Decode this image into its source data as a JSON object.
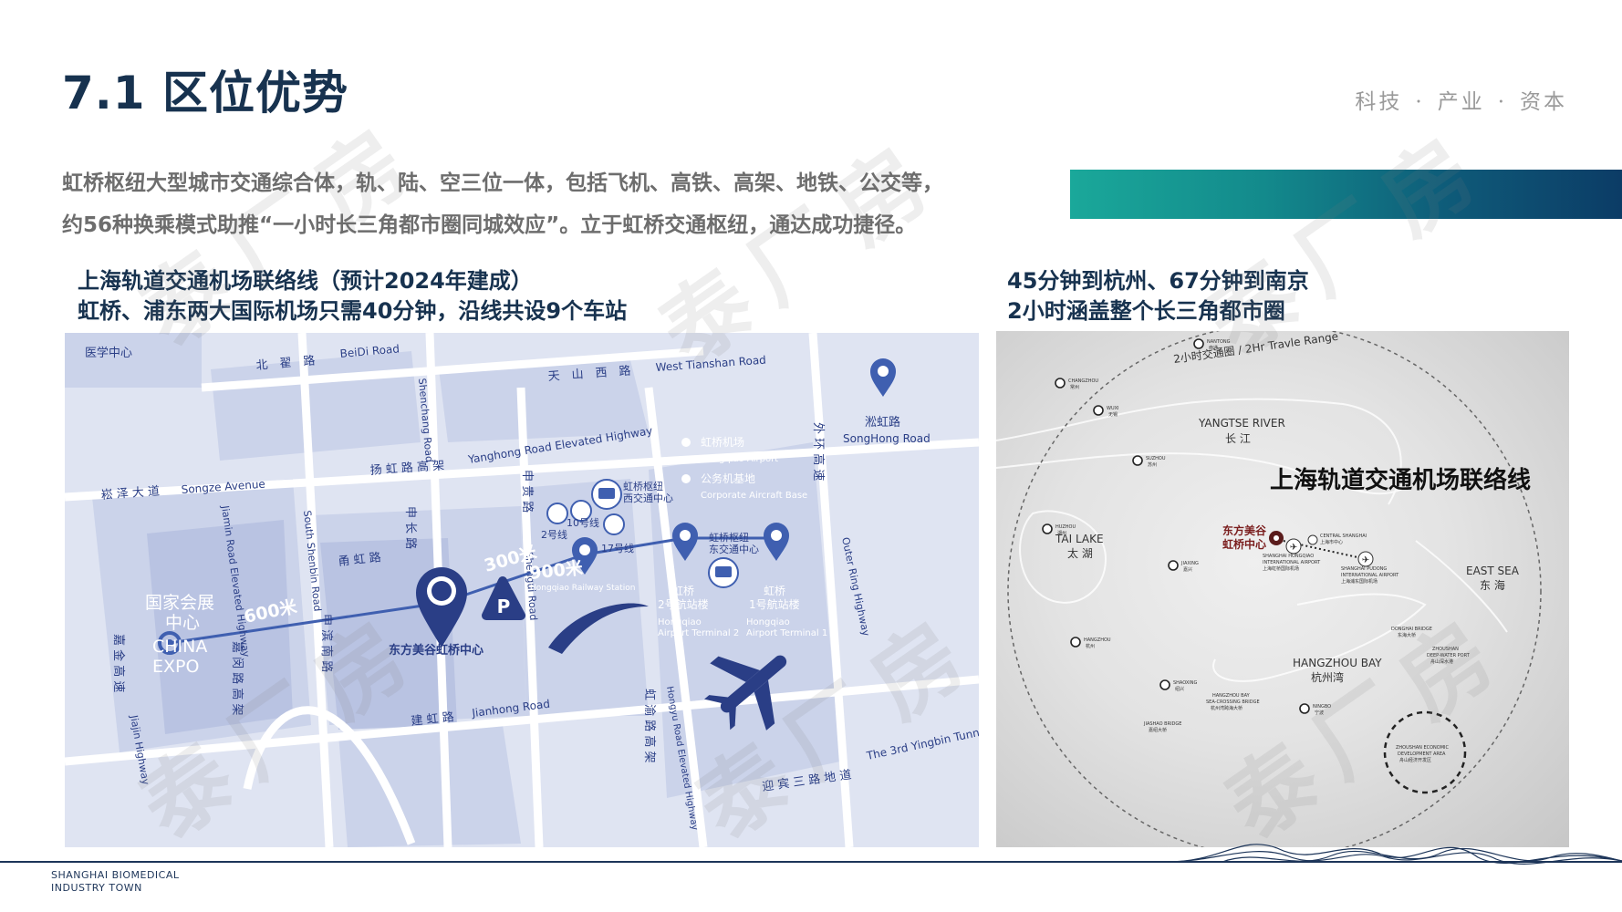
{
  "header": {
    "title": "7.1 区位优势",
    "tagline": [
      "科技",
      "产业",
      "资本"
    ],
    "tagline_sep": "·"
  },
  "intro": {
    "line1": "虹桥枢纽大型城市交通综合体，轨、陆、空三位一体，包括飞机、高铁、高架、地铁、公交等，",
    "line2": "约56种换乘模式助推“一小时长三角都市圈同城效应”。立于虹桥交通枢纽，通达成功捷径。"
  },
  "left_section": {
    "heading1": "上海轨道交通机场联络线（预计2024年建成）",
    "heading2": "虹桥、浦东两大国际机场只需40分钟，沿线共设9个车站"
  },
  "right_section": {
    "heading1": "45分钟到杭州、67分钟到南京",
    "heading2": "2小时涵盖整个长三角都市圈"
  },
  "left_map": {
    "labels": {
      "hospital": "医学中心",
      "beidi_cn": "北　翟　路",
      "beidi_en": "BeiDi Road",
      "tianshan_cn": "天　山　西　路",
      "tianshan_en": "West Tianshan Road",
      "shenchang_en": "Shenchang Road",
      "yanghong_cn": "扬 虹 路 高 架",
      "yanghong_en": "Yanghong Road Elevated Highway",
      "songze_cn": "崧 泽 大 道",
      "songze_en": "Songze Avenue",
      "jiamin_en": "Jiamin Road Elevated Highway",
      "shenbin_en": "South Shenbin Road",
      "nanhong": "甬 虹 路",
      "shenchang_cn": "申 长 路",
      "shengui_cn": "申 贵 路",
      "shengui_en": "Shengui Road",
      "shenbin_cn": "申 滨 南 路",
      "jianhong_cn": "建 虹 路",
      "jianhong_en": "Jianhong Road",
      "jiajin_cn": "嘉 金 高 速",
      "jiajin_en": "Jiajin Highway",
      "jiamin_cn": "嘉 闵 路 高 架",
      "hongyu_cn": "虹 渝 路 高 架",
      "hongyu_en": "Hongyu Road Elevated Highway",
      "yingbin_cn": "迎 宾 三 路 地 道",
      "yingbin_en": "The 3rd Yingbin Tunnel",
      "outer_cn": "外 环 高 速",
      "outer_en": "Outer Ring Highway",
      "songhong_cn": "淞虹路",
      "songhong_en": "SongHong Road",
      "airport_cn": "虹桥机场",
      "airport_en": "Hongqiao Airport",
      "corp_cn": "公务机基地",
      "corp_en": "Corporate Aircraft Base",
      "west_hub": "虹桥枢纽\n西交通中心",
      "east_hub": "虹桥枢纽\n东交通中心",
      "line2": "2号线",
      "line10": "10号线",
      "line17": "17号线",
      "dist300": "300米",
      "dist900": "900米",
      "dist600": "600米",
      "rail_en": "Hongqiao Railway Station",
      "t2_cn": "虹桥\n2号航站楼",
      "t2_en": "Hongqiao\nAirport Terminal 2",
      "t1_cn": "虹桥\n1号航站楼",
      "t1_en": "Hongqiao\nAirport Terminal 1",
      "expo_cn": "国家会展\n中心",
      "expo_en": "CHINA\nEXPO",
      "project": "东方美谷虹桥中心",
      "parking": "P"
    }
  },
  "right_map": {
    "range_label": "2小时交通圈 / 2Hr Travle Range",
    "line_title": "上海轨道交通机场联络线",
    "project": "东方美谷\n虹桥中心",
    "places": [
      {
        "en": "NANTONG",
        "cn": "南通"
      },
      {
        "en": "CHANGZHOU",
        "cn": "常州"
      },
      {
        "en": "WUXI",
        "cn": "无锡"
      },
      {
        "en": "SUZHOU",
        "cn": "苏州"
      },
      {
        "en": "HUZHOU",
        "cn": "湖州"
      },
      {
        "en": "JIAXING",
        "cn": "嘉兴"
      },
      {
        "en": "HANGZHOU",
        "cn": "杭州"
      },
      {
        "en": "SHAOXING",
        "cn": "绍兴"
      },
      {
        "en": "NINGBO",
        "cn": "宁波"
      }
    ],
    "water": {
      "yangtse_en": "YANGTSE RIVER",
      "yangtse_cn": "长 江",
      "tai_en": "TAI LAKE",
      "tai_cn": "太 湖",
      "east_en": "EAST SEA",
      "east_cn": "东 海",
      "bay_en": "HANGZHOU BAY",
      "bay_cn": "杭州湾"
    },
    "small": {
      "central": "CENTRAL SHANGHAI\n上海市中心",
      "hongqiao": "SHANGHAI HONGQIAO\nINTERNATIONAL AIRPORT\n上海虹桥国际机场",
      "pudong": "SHANGHAI PUDONG\nINTERNATIONAL AIRPORT\n上海浦东国际机场",
      "donghai": "DONGHAI BRIDGE\n东海大桥",
      "zhoushan": "ZHOUSHAN\nDEEP-WATER PORT\n舟山深水港",
      "hzbridge": "HANGZHOU BAY\nSEA-CROSSING BRIDGE\n杭州湾跨海大桥",
      "jiashao": "JIASHAO BRIDGE\n嘉绍大桥",
      "zhoushan_eco": "ZHOUSHAN ECONOMIC\nDEVELOPMENT AREA\n舟山经济开发区"
    }
  },
  "footer": {
    "line1": "SHANGHAI BIOMEDICAL",
    "line2": "INDUSTRY TOWN"
  },
  "watermark": "泰厂房",
  "colors": {
    "title": "#17324f",
    "route": "#3f5fb0",
    "map_bg": "#dfe4f2",
    "block": "#c8d0e8",
    "accent_dark": "#2a3e86"
  }
}
